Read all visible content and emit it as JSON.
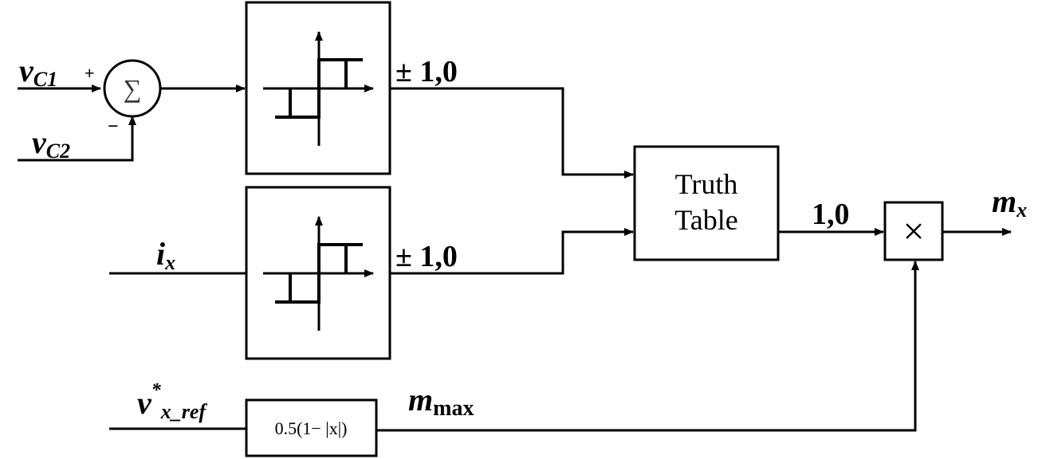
{
  "inputs": {
    "vc1": {
      "main": "v",
      "sub": "C1"
    },
    "vc2": {
      "main": "v",
      "sub": "C2"
    },
    "ix": {
      "main": "i",
      "sub": "x"
    },
    "vref": {
      "main": "v",
      "sup": "*",
      "sub": "x_ref"
    }
  },
  "summing_junction": {
    "symbol": "∑",
    "plus_sign": "+",
    "minus_sign": "−"
  },
  "hysteresis_outputs": [
    "± 1,0",
    "± 1,0"
  ],
  "truth_table": {
    "line1": "Truth",
    "line2": "Table"
  },
  "truth_table_output": "1,0",
  "limiter": {
    "expr": "0.5(1− |x|)"
  },
  "mmax": {
    "main": "m",
    "sub": "max"
  },
  "multiplier": {
    "symbol": "×"
  },
  "output": {
    "main": "m",
    "sub": "x"
  }
}
